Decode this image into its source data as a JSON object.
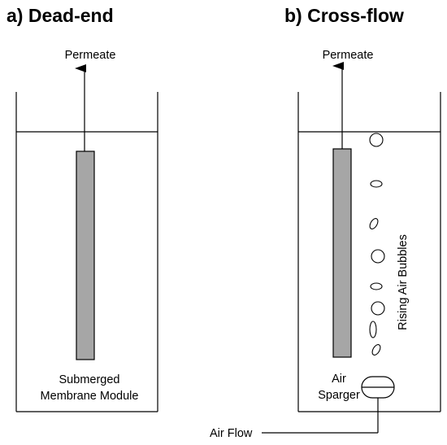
{
  "panel_a": {
    "title": "a) Dead-end",
    "permeate_label": "Permeate",
    "module_label_line1": "Submerged",
    "module_label_line2": "Membrane Module"
  },
  "panel_b": {
    "title": "b) Cross-flow",
    "permeate_label": "Permeate",
    "bubbles_label": "Rising Air Bubbles",
    "sparger_label_line1": "Air",
    "sparger_label_line2": "Sparger",
    "air_flow_label": "Air Flow"
  }
}
